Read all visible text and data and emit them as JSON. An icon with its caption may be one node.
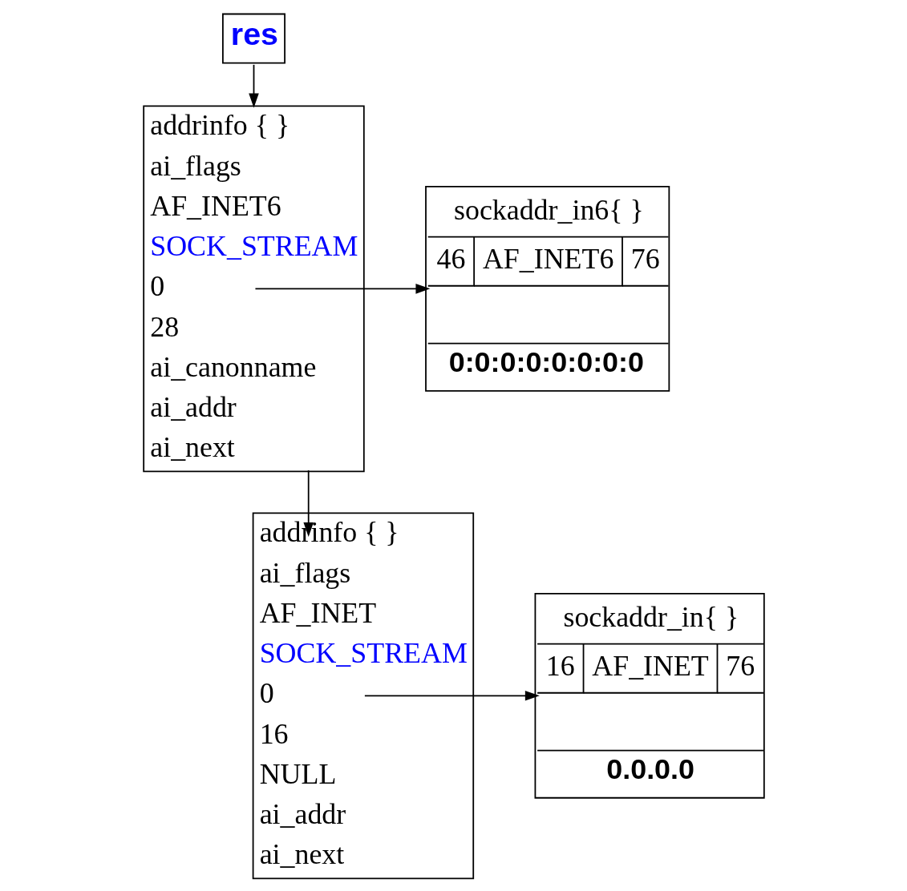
{
  "diagram": {
    "nodes": [
      {
        "text": [
          "res"
        ]
      },
      {
        "text": [
          "addrinfo { }",
          "ai_flags",
          "AF_INET6",
          "SOCK_STREAM",
          "0",
          "28",
          "ai_canonname",
          "ai_addr",
          "ai_next"
        ]
      },
      {
        "text": [
          "sockaddr_in6{ }",
          "46",
          "AF_INET6",
          "76",
          "0:0:0:0:0:0:0:0"
        ]
      },
      {
        "text": [
          "addrinfo { }",
          "ai_flags",
          "AF_INET",
          "SOCK_STREAM",
          "0",
          "16",
          "NULL",
          "ai_addr",
          "ai_next"
        ]
      },
      {
        "text": [
          "sockaddr_in{ }",
          "16",
          "AF_INET",
          "76",
          "0.0.0.0"
        ]
      }
    ],
    "edges": [
      {
        "from": 0,
        "to": 1,
        "arrow": "to"
      },
      {
        "from": 1,
        "to": 2,
        "arrow": "to"
      },
      {
        "from": 1,
        "to": 3,
        "arrow": "to"
      },
      {
        "from": 3,
        "to": 4,
        "arrow": "to"
      }
    ]
  }
}
